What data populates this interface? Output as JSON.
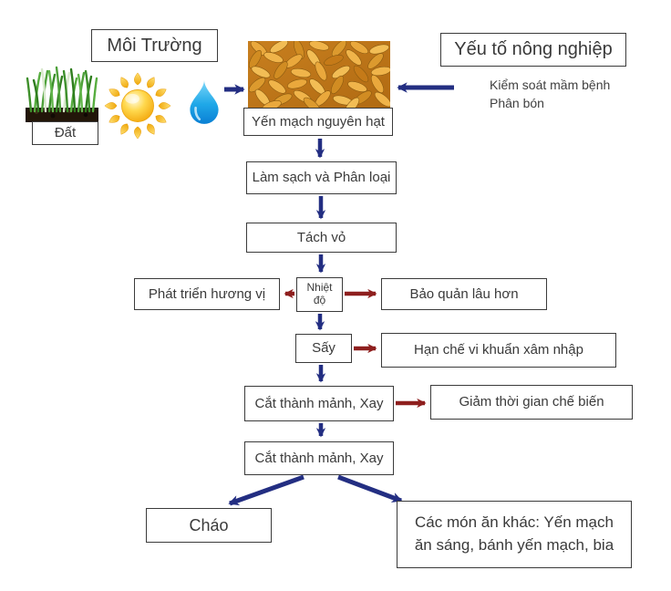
{
  "environment": {
    "label": "Môi Trường",
    "soil_label": "Đất"
  },
  "agriculture": {
    "label": "Yếu tố nông nghiệp",
    "notes": [
      "Kiểm soát mầm bệnh",
      "Phân bón"
    ]
  },
  "process": {
    "whole_oats": "Yến mạch nguyên hạt",
    "clean_sort": "Làm sạch và Phân loại",
    "dehull": "Tách vỏ",
    "temperature_lines": [
      "Nhiệt",
      "độ"
    ],
    "flavor_dev": "Phát triển hương vị",
    "longer_storage": "Bảo quản lâu hơn",
    "dry": "Sấy",
    "limit_bacteria": "Hạn chế vi khuẩn xâm nhập",
    "cut_grind_1": "Cắt thành mảnh, Xay",
    "reduce_time": "Giảm thời gian chế biến",
    "cut_grind_2": "Cắt thành mảnh, Xay",
    "porridge": "Cháo",
    "other_dishes_lines": [
      "Các món ăn khác: Yến mạch",
      "ăn sáng, bánh yến mạch, bia"
    ]
  },
  "icons": {
    "grass": "grass-soil-photo",
    "sun": "sun-icon",
    "water": "water-drop-icon",
    "oats": "oat-grains-photo"
  },
  "colors": {
    "flow_arrow": "#232e82",
    "effect_arrow": "#8e1f1e",
    "box_border": "#3b3b3b"
  }
}
